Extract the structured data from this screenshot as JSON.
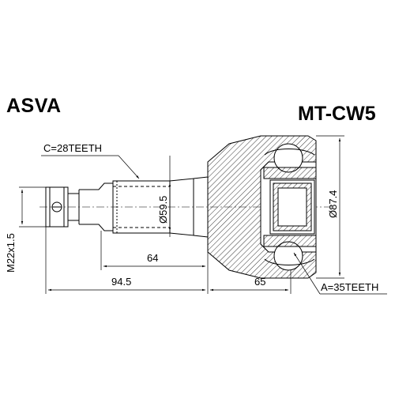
{
  "brand": "ASVA",
  "part_number": "MT-CW5",
  "annotations": {
    "spline_outer": "C=28TEETH",
    "spline_inner": "A=35TEETH"
  },
  "dimensions": {
    "thread": "M22x1.5",
    "shaft_diameter": "Ø59.5",
    "housing_diameter": "Ø87.4",
    "shaft_length": "64",
    "overall_shaft": "94.5",
    "housing_length": "65"
  },
  "colors": {
    "line": "#000000",
    "hatch": "#000000"
  }
}
